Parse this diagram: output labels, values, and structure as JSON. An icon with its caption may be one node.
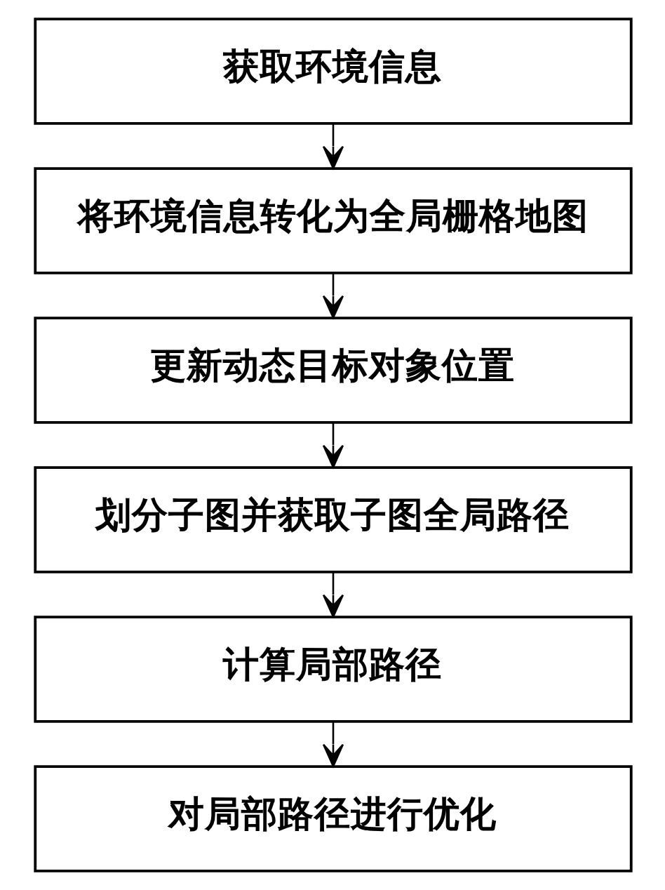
{
  "diagram": {
    "nodes": [
      {
        "text": [
          "获取环境信息"
        ]
      },
      {
        "text": [
          "将环境信息转化为全局栅格地图"
        ]
      },
      {
        "text": [
          "更新动态目标对象位置"
        ]
      },
      {
        "text": [
          "划分子图并获取子图全局路径"
        ]
      },
      {
        "text": [
          "计算局部路径"
        ]
      },
      {
        "text": [
          "对局部路径进行优化"
        ]
      }
    ],
    "edges": [
      {
        "from": 0,
        "to": 1,
        "arrow": "to"
      },
      {
        "from": 1,
        "to": 2,
        "arrow": "to"
      },
      {
        "from": 2,
        "to": 3,
        "arrow": "to"
      },
      {
        "from": 3,
        "to": 4,
        "arrow": "to"
      },
      {
        "from": 4,
        "to": 5,
        "arrow": "to"
      }
    ]
  }
}
